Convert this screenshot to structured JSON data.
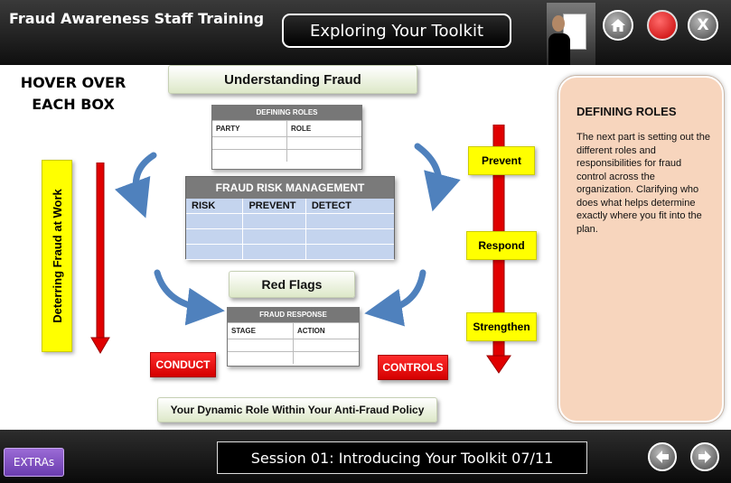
{
  "header": {
    "app_title": "Fraud Awareness Staff Training",
    "page_title": "Exploring Your Toolkit",
    "home_icon": "home-icon",
    "record_icon": "record-icon",
    "close_label": "X"
  },
  "main": {
    "instruction": "HOVER OVER EACH BOX",
    "understanding_fraud": "Understanding Fraud",
    "defining_roles_table": {
      "title": "DEFINING ROLES",
      "columns": [
        "PARTY",
        "ROLE"
      ]
    },
    "risk_table": {
      "title": "FRAUD RISK MANAGEMENT",
      "columns": [
        "RISK",
        "PREVENT",
        "DETECT"
      ]
    },
    "red_flags": "Red Flags",
    "fraud_response_table": {
      "title": "FRAUD RESPONSE",
      "columns": [
        "STAGE",
        "ACTION"
      ]
    },
    "dynamic_role": "Your Dynamic Role Within Your Anti-Fraud Policy",
    "deterring": "Deterring Fraud at Work",
    "prevent": "Prevent",
    "respond": "Respond",
    "strengthen": "Strengthen",
    "conduct": "CONDUCT",
    "controls": "CONTROLS",
    "colors": {
      "yellow": "#ffff00",
      "red": "#e00000",
      "arrow_blue": "#4f81bd",
      "panel": "#f7d5bd"
    }
  },
  "info_panel": {
    "heading": "DEFINING ROLES",
    "body": "The next part is setting out the different roles and responsibilities for fraud control across the organization. Clarifying who does what helps determine exactly where you fit into the plan."
  },
  "footer": {
    "extras_label": "EXTRAs",
    "session_label": "Session 01: Introducing Your Toolkit 07/11",
    "prev_icon": "arrow-left-icon",
    "next_icon": "arrow-right-icon"
  }
}
